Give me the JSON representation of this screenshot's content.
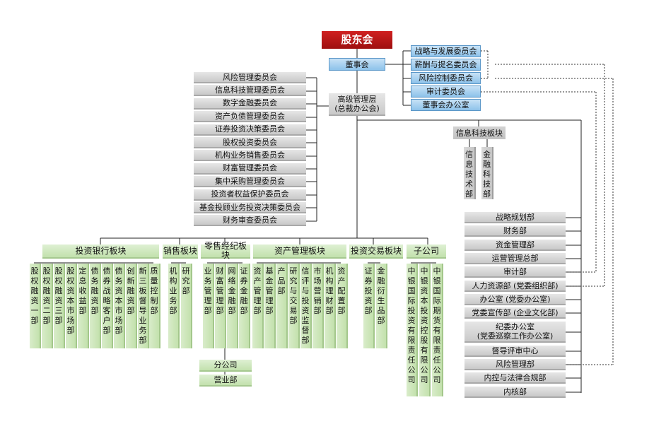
{
  "top": {
    "shareholders": "股东会",
    "board": "董事会",
    "management": "高级管理层\n(总裁办公会)"
  },
  "board_committees": [
    "战略与发展委员会",
    "薪酬与提名委员会",
    "风险控制委员会",
    "审计委员会",
    "董事会办公室"
  ],
  "mgmt_committees": [
    "风险管理委员会",
    "信息科技管理委员会",
    "数字金融委员会",
    "资产负债管理委员会",
    "证券投资决策委员会",
    "股权投资委员会",
    "机构业务销售委员会",
    "财富管理委员会",
    "集中采购管理委员会",
    "投资者权益保护委员会",
    "基金投顾业务投资决策委员会",
    "财务审查委员会"
  ],
  "it_segment": {
    "title": "信息科技板块",
    "units": [
      "信息技术部",
      "金融科技部"
    ]
  },
  "functional_depts": [
    "战略规划部",
    "财务部",
    "资金管理部",
    "运营管理总部",
    "审计部",
    "人力资源部 (党委组织部)",
    "办公室 (党委办公室)",
    "党委宣传部 (企业文化部)",
    "纪委办公室\n(党委巡察工作办公室)",
    "督导评审中心",
    "风险管理部",
    "内控与法律合规部",
    "内核部"
  ],
  "segments": [
    {
      "title": "投资银行板块",
      "units": [
        "股权融资一部",
        "股权融资二部",
        "股权融资三部",
        "股权资本市场部",
        "定息收益部",
        "债务融资部",
        "债券战略客户部",
        "债务资本市场部",
        "创新融资部",
        "新三板督导业务部",
        "质量控制部"
      ]
    },
    {
      "title": "销售板块",
      "units": [
        "机构业务部",
        "研究部"
      ]
    },
    {
      "title": "零售经纪板块",
      "units": [
        "业务管理部",
        "财富管理部",
        "网络金融部",
        "证券金融部"
      ]
    },
    {
      "title": "资产管理板块",
      "units": [
        "资产管理部",
        "基金管理部",
        "产品部",
        "研究与交易部",
        "信评与投资监督部",
        "市场营销部",
        "机构理财部",
        "资产配置部"
      ]
    },
    {
      "title": "投资交易板块",
      "units": [
        "证券投资部",
        "金融衍生品部"
      ]
    },
    {
      "title": "子公司",
      "units": [
        "中银国际投资有限责任公司",
        "中银资本投资控股有限公司",
        "中银国际期货有限责任公司"
      ]
    }
  ],
  "branches": [
    "分公司",
    "营业部"
  ]
}
